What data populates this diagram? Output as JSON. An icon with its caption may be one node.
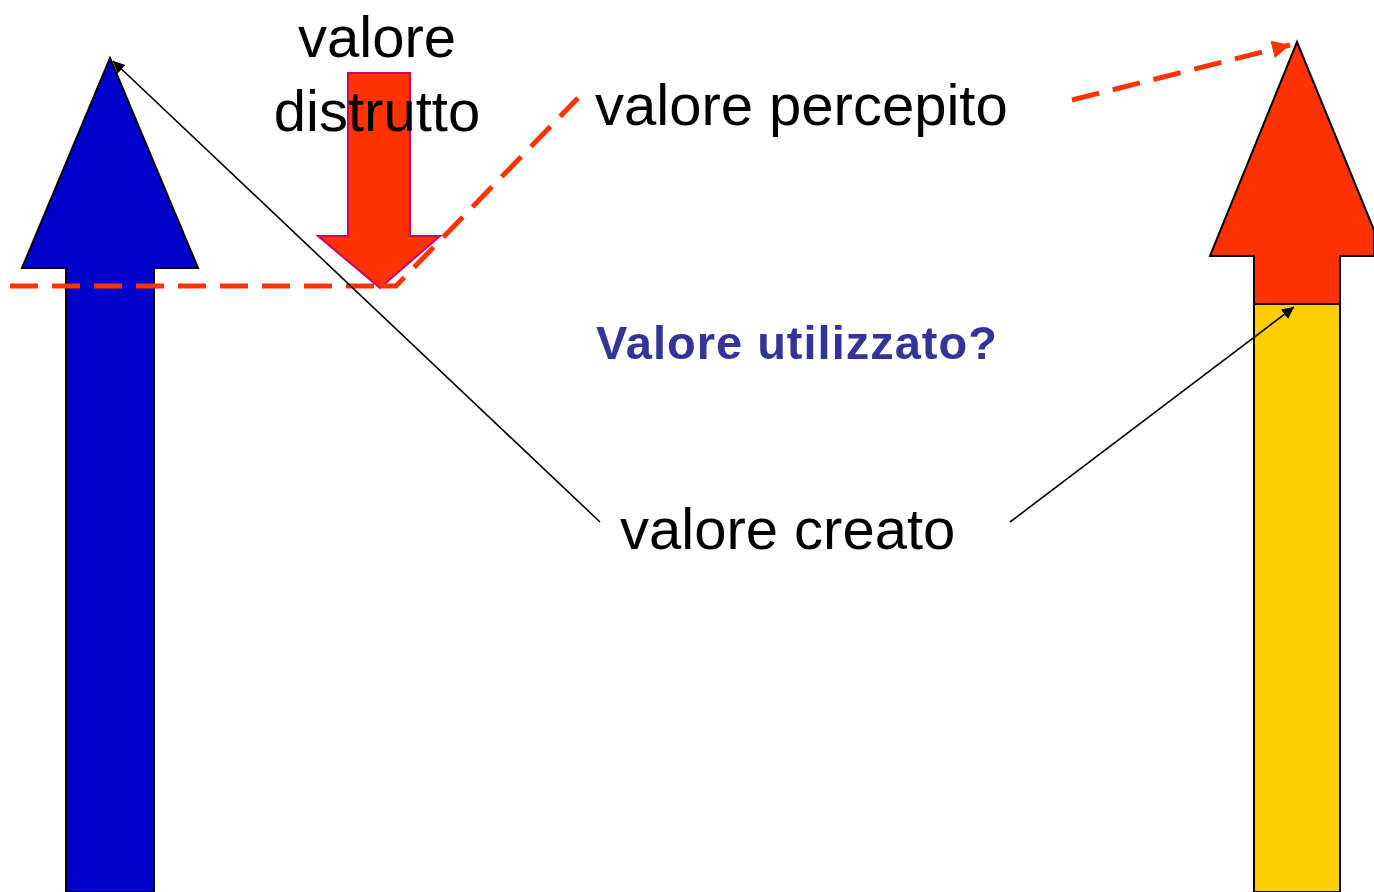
{
  "diagram": {
    "nodes": [
      {
        "text": [],
        "shape": "arrow"
      },
      {
        "text": [
          "valore distrutto"
        ]
      },
      {
        "text": [
          "valore percepito"
        ]
      },
      {
        "text": [],
        "shape": "arrow"
      },
      {
        "text": [
          "valore creato"
        ]
      }
    ],
    "edges": [
      {
        "from": null,
        "to": 1,
        "arrow": "none",
        "style": "dashed",
        "color": "#ff3300"
      },
      {
        "from": 1,
        "to": 2,
        "arrow": "none",
        "style": "dashed",
        "color": "#ff3300"
      },
      {
        "from": 2,
        "to": 3,
        "arrow": "to",
        "style": "dashed",
        "color": "#ff3300"
      },
      {
        "from": 4,
        "to": 0,
        "arrow": "to",
        "color": "#000000"
      },
      {
        "from": 4,
        "to": 3,
        "arrow": "to",
        "color": "#000000"
      }
    ],
    "labels": [
      "Valore utilizzato?"
    ]
  }
}
